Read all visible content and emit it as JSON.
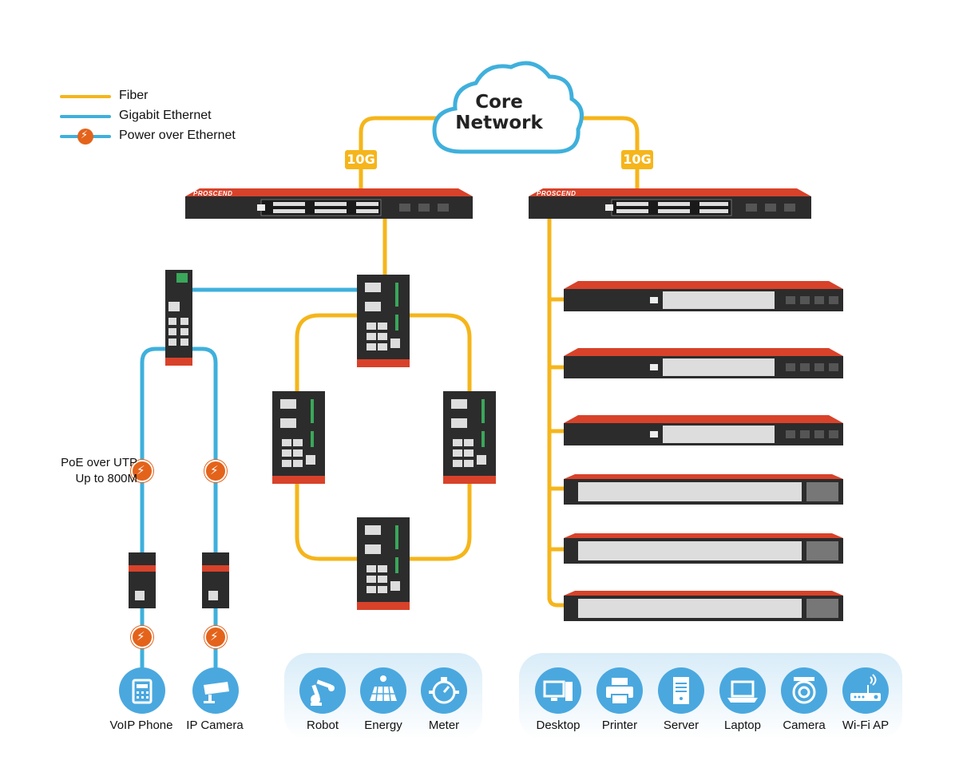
{
  "legend": {
    "fiber": "Fiber",
    "gigabit": "Gigabit Ethernet",
    "poe": "Power over Ethernet"
  },
  "core": {
    "line1": "Core",
    "line2": "Network"
  },
  "uplinks": {
    "left_speed": "10G",
    "right_speed": "10G"
  },
  "brand": "PROSCEND",
  "poe_note": {
    "line1": "PoE over UTP",
    "line2": "Up to 800M"
  },
  "endpoints_left": [
    {
      "label": "VoIP Phone",
      "icon": "voip-phone-icon"
    },
    {
      "label": "IP Camera",
      "icon": "ip-camera-icon"
    }
  ],
  "endpoints_industrial": [
    {
      "label": "Robot",
      "icon": "robot-arm-icon"
    },
    {
      "label": "Energy",
      "icon": "solar-panel-icon"
    },
    {
      "label": "Meter",
      "icon": "meter-icon"
    }
  ],
  "endpoints_office": [
    {
      "label": "Desktop",
      "icon": "desktop-icon"
    },
    {
      "label": "Printer",
      "icon": "printer-icon"
    },
    {
      "label": "Server",
      "icon": "server-icon"
    },
    {
      "label": "Laptop",
      "icon": "laptop-icon"
    },
    {
      "label": "Camera",
      "icon": "camera-icon"
    },
    {
      "label": "Wi-Fi AP",
      "icon": "wifi-ap-icon"
    }
  ],
  "colors": {
    "fiber": "#f5b51b",
    "gigabit": "#3fb0dc",
    "poe": "#e4631b",
    "icon_bg": "#4aa8df",
    "switch_body": "#2c2c2c",
    "switch_accent": "#d8422a"
  }
}
